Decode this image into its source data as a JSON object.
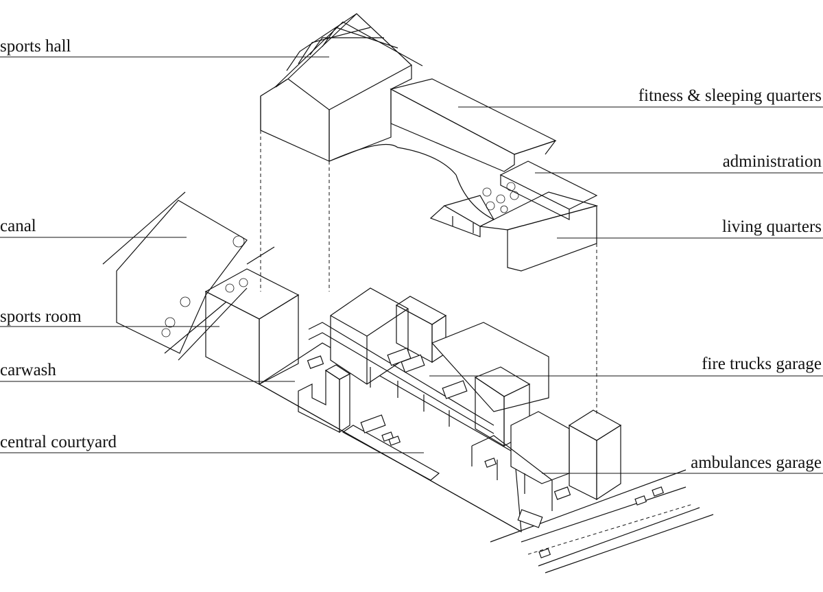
{
  "labels": {
    "sports_hall": "sports hall",
    "fitness_sleeping": "fitness & sleeping quarters",
    "administration": "administration",
    "canal": "canal",
    "living_quarters": "living quarters",
    "sports_room": "sports room",
    "carwash": "carwash",
    "fire_trucks_garage": "fire trucks garage",
    "central_courtyard": "central courtyard",
    "ambulances_garage": "ambulances garage"
  }
}
